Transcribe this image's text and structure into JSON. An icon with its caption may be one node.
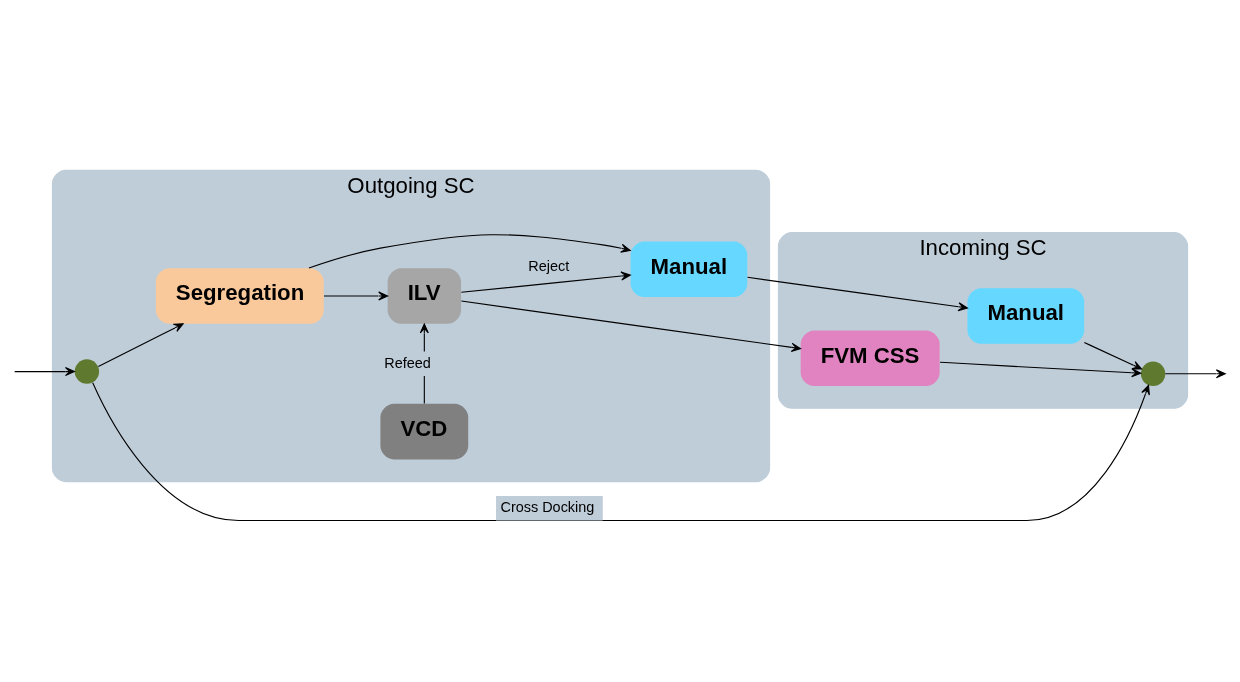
{
  "diagram": {
    "nodes": [
      {
        "text": [
          "Outgoing SC"
        ]
      },
      {
        "text": [
          "Incoming SC"
        ]
      },
      {
        "text": [],
        "shape": "circle",
        "in": 0
      },
      {
        "text": [
          "Segregation"
        ],
        "in": 0
      },
      {
        "text": [
          "Manual"
        ],
        "in": 0
      },
      {
        "text": [
          "ILV"
        ],
        "in": 0
      },
      {
        "text": [
          "VCD"
        ],
        "in": 0
      },
      {
        "text": [
          "Manual"
        ],
        "in": 1
      },
      {
        "text": [
          "FVM CSS"
        ],
        "in": 1
      },
      {
        "text": [],
        "shape": "circle",
        "in": 1
      }
    ],
    "edges": [
      {
        "from": null,
        "to": 2,
        "arrow": "to"
      },
      {
        "from": 2,
        "to": 3,
        "arrow": "to"
      },
      {
        "from": 3,
        "to": 4,
        "arrow": "to"
      },
      {
        "from": 3,
        "to": 5,
        "arrow": "to"
      },
      {
        "from": 6,
        "to": 5,
        "arrow": "to",
        "label": "Refeed"
      },
      {
        "from": 5,
        "to": 4,
        "arrow": "to",
        "label": "Reject"
      },
      {
        "from": 4,
        "to": 7,
        "arrow": "to"
      },
      {
        "from": 5,
        "to": 8,
        "arrow": "to"
      },
      {
        "from": 7,
        "to": 9,
        "arrow": "to"
      },
      {
        "from": 8,
        "to": 9,
        "arrow": "to"
      },
      {
        "from": 2,
        "to": 9,
        "arrow": "to",
        "label": "Cross Docking"
      },
      {
        "from": 9,
        "to": null,
        "arrow": "to"
      }
    ]
  }
}
